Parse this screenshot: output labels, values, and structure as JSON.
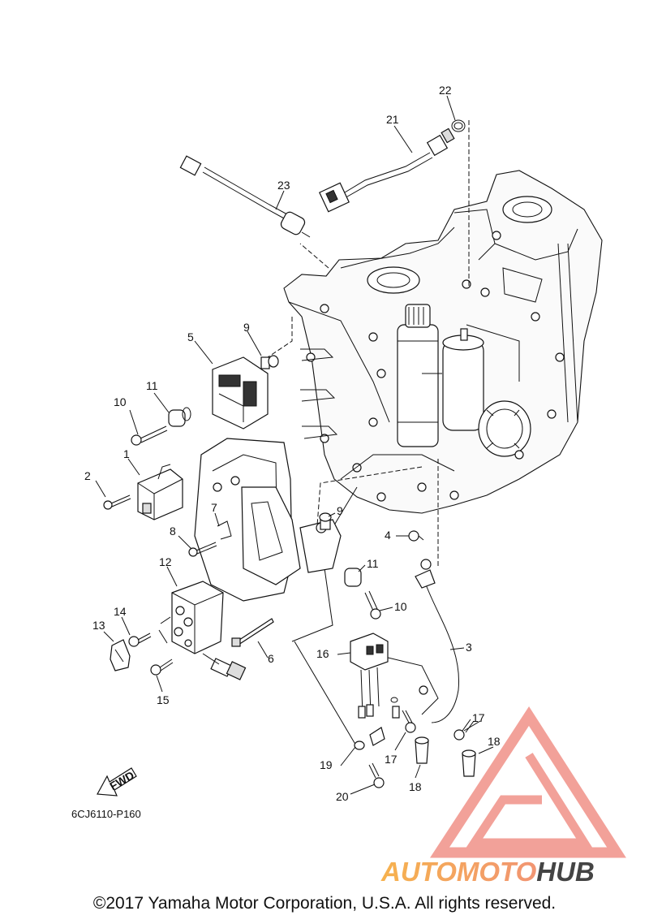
{
  "diagram": {
    "part_code": "6CJ6110-P160",
    "fwd_label": "FWD",
    "callouts": [
      "1",
      "2",
      "3",
      "4",
      "5",
      "6",
      "7",
      "8",
      "9",
      "9",
      "10",
      "10",
      "11",
      "11",
      "12",
      "13",
      "14",
      "15",
      "16",
      "17",
      "17",
      "18",
      "18",
      "19",
      "20",
      "21",
      "22",
      "23"
    ],
    "callout_color_highlight": "#e0403a"
  },
  "watermark": {
    "brand_part1": "AUTOMOTO",
    "brand_part2": "HUB",
    "color_primary": "#f08a80",
    "color_accent": "#f6b24e",
    "color_dark": "#444444"
  },
  "footer": {
    "copyright": "©2017 Yamaha Motor Corporation, U.S.A. All rights reserved."
  }
}
